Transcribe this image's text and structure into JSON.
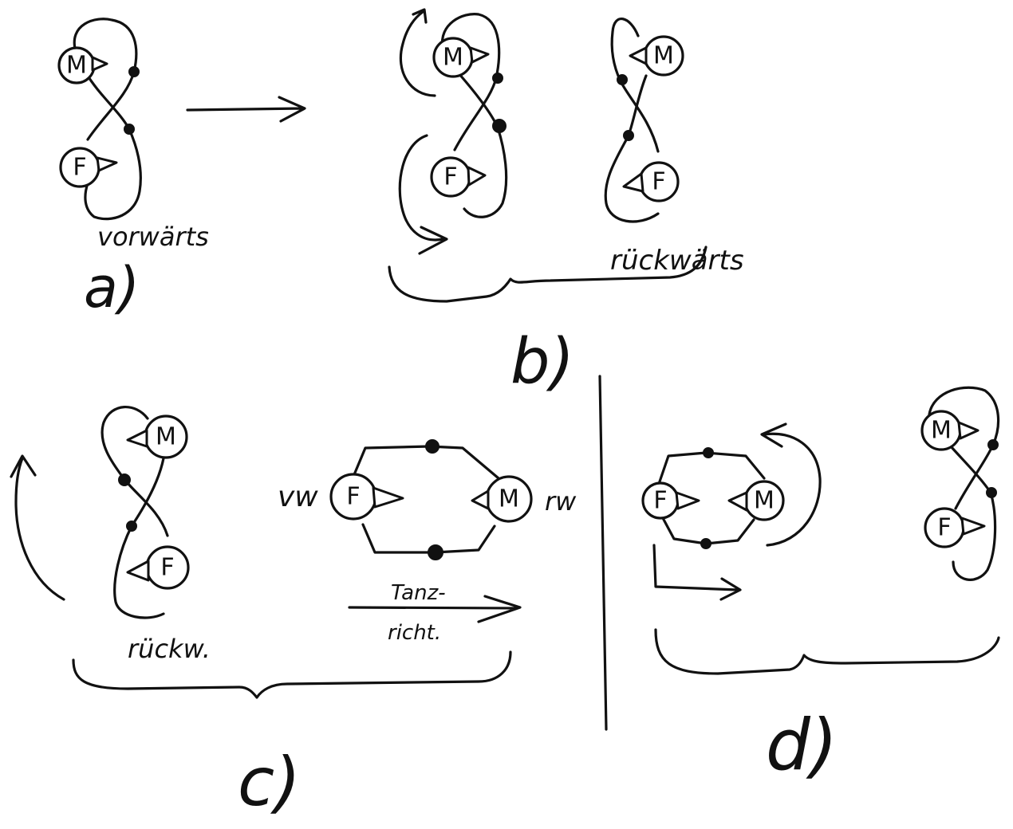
{
  "labels": {
    "a_caption": "vorwärts",
    "a_letter": "a)",
    "b_caption": "rückwärts",
    "b_letter": "b)",
    "c_caption": "rückw.",
    "c_letter": "c)",
    "c_vw": "vw",
    "c_rw": "rw",
    "c_dir_line1": "Tanz-",
    "c_dir_line2": "richt.",
    "d_letter": "d)"
  },
  "nodes": {
    "man": "M",
    "woman": "F"
  }
}
